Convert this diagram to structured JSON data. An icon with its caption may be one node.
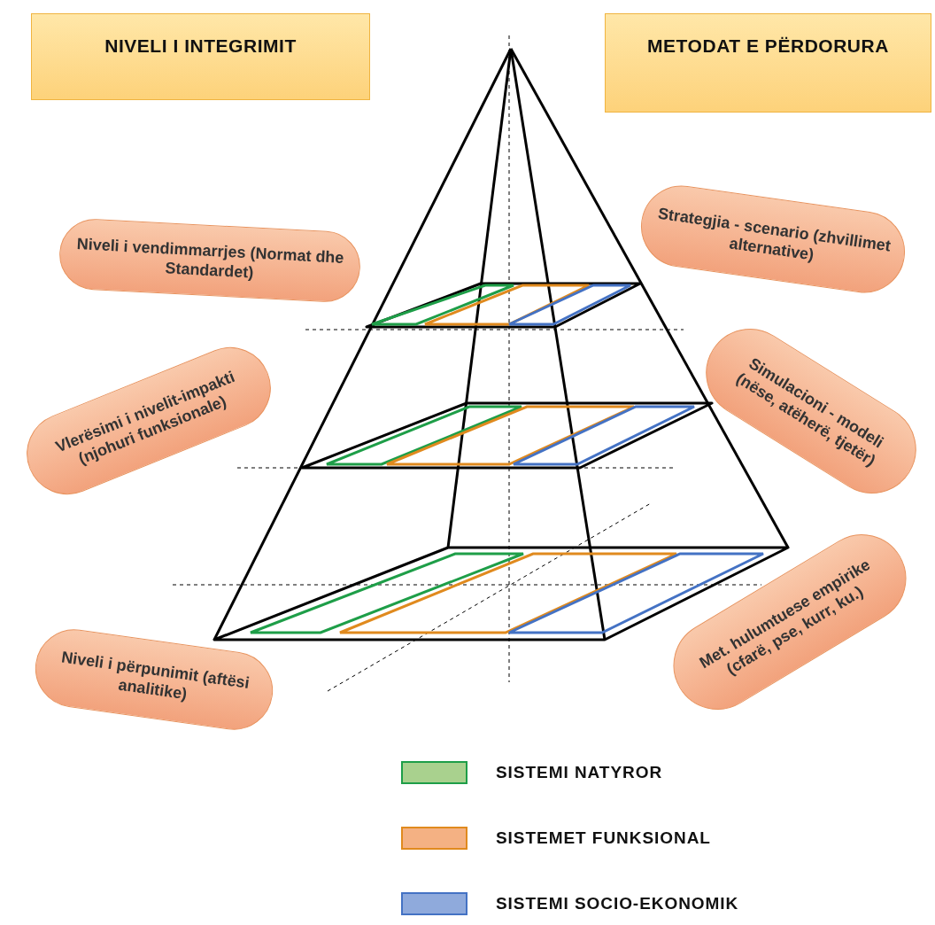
{
  "diagram": {
    "nodes": [
      {
        "text": [
          "NIVELI I INTEGRIMIT"
        ]
      },
      {
        "text": [
          "METODAT E PËRDORURA"
        ]
      },
      {
        "text": [
          "Niveli i vendimmarrjes (Normat dhe Standardet)"
        ]
      },
      {
        "text": [
          "Strategjia - scenario (zhvillimet alternative)"
        ]
      },
      {
        "text": [
          "Vlerësimi i nivelit-impakti (njohuri funksionale)"
        ]
      },
      {
        "text": [
          "Simulacioni - modeli (nëse, atëherë, tjetër)"
        ]
      },
      {
        "text": [
          "Niveli i përpunimit (aftësi analitike)"
        ]
      },
      {
        "text": [
          "Met. hulumtuese empirike (cfarë, pse, kurr, ku.)"
        ]
      }
    ],
    "edges": [],
    "legend": [
      {
        "text": "SISTEMI NATYROR",
        "color": "#a9d18e"
      },
      {
        "text": "SISTEMET FUNKSIONAL",
        "color": "#f4b183"
      },
      {
        "text": "SISTEMI SOCIO-EKONOMIK",
        "color": "#8faadc"
      }
    ]
  }
}
